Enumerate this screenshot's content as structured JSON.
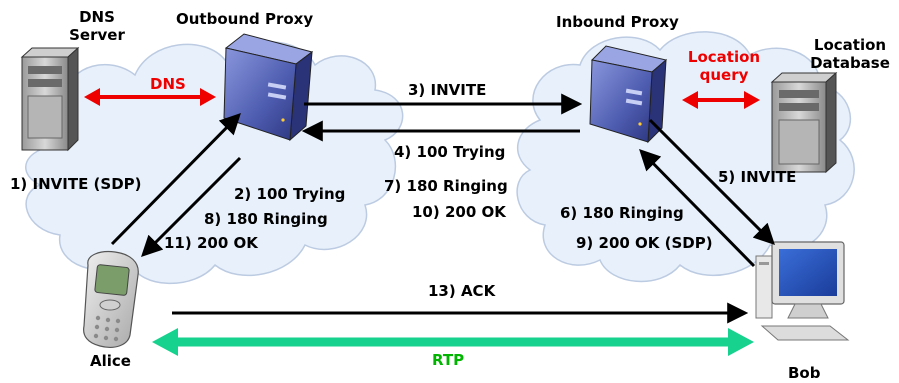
{
  "nodes": {
    "dns_server": "DNS\nServer",
    "outbound_proxy": "Outbound Proxy",
    "inbound_proxy": "Inbound Proxy",
    "location_database": "Location\nDatabase",
    "alice": "Alice",
    "bob": "Bob"
  },
  "links": {
    "dns": "DNS",
    "location_query": "Location\nquery",
    "rtp": "RTP"
  },
  "messages": {
    "m1": "1) INVITE (SDP)",
    "m2": "2) 100 Trying",
    "m3": "3) INVITE",
    "m4": "4) 100 Trying",
    "m5": "5) INVITE",
    "m6": "6) 180 Ringing",
    "m7": "7) 180 Ringing",
    "m8": "8) 180 Ringing",
    "m9": "9) 200 OK (SDP)",
    "m10": "10) 200 OK",
    "m11": "11) 200 OK",
    "m13": "13) ACK"
  },
  "colors": {
    "cloud_fill": "#e8f1fb",
    "cloud_stroke": "#bccbe2",
    "dns_link": "#ee0000",
    "rtp_link": "#16d28e",
    "message_arrow": "#000000",
    "proxy_body": "#5463b8"
  },
  "icons": {
    "dns_server": "server-tower-icon",
    "outbound_proxy": "proxy-server-icon",
    "inbound_proxy": "proxy-server-icon",
    "location_database": "server-tower-icon",
    "alice": "mobile-phone-icon",
    "bob": "desktop-computer-icon"
  }
}
